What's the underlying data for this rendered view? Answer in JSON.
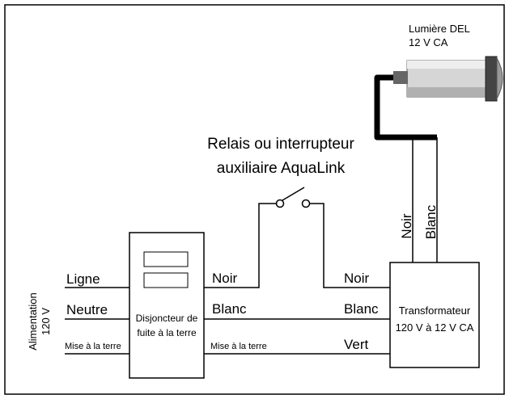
{
  "lamp": {
    "label_line1": "Lumière DEL",
    "label_line2": "12 V CA"
  },
  "relay": {
    "label_line1": "Relais ou interrupteur",
    "label_line2": "auxiliaire AquaLink"
  },
  "power_supply": {
    "label_line1": "Alimentation",
    "label_line2": "120 V"
  },
  "inputs": {
    "line": "Ligne",
    "neutral": "Neutre",
    "ground": "Mise à la terre"
  },
  "gfci": {
    "label_line1": "Disjoncteur de",
    "label_line2": "fuite à la terre"
  },
  "middle_wires": {
    "black": "Noir",
    "white": "Blanc",
    "ground": "Mise à la terre"
  },
  "transformer_wires": {
    "black": "Noir",
    "white": "Blanc",
    "green": "Vert"
  },
  "transformer": {
    "label_line1": "Transformateur",
    "label_line2": "120 V à 12 V CA"
  },
  "lamp_wires": {
    "black": "Noir",
    "white": "Blanc"
  }
}
